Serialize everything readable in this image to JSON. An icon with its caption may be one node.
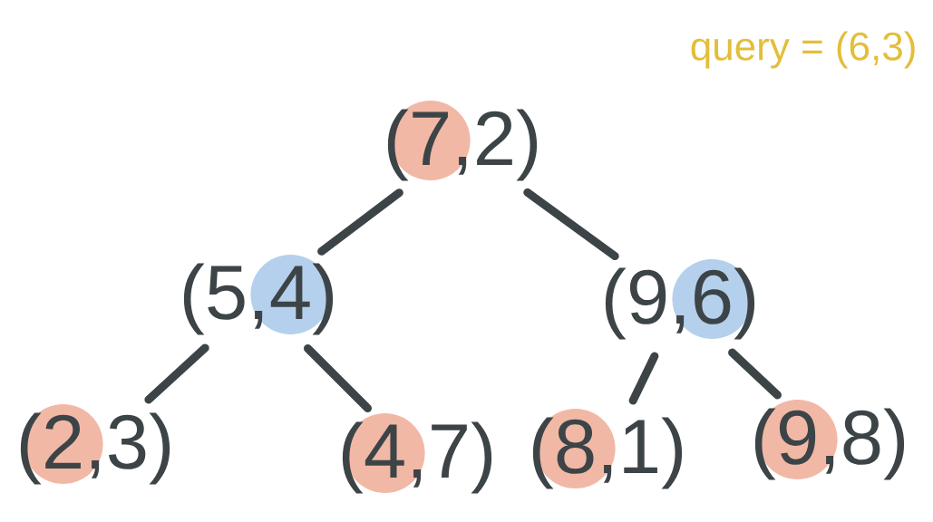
{
  "diagram": {
    "nodes": [
      {
        "text": [
          "(7,2)"
        ]
      },
      {
        "text": [
          "(5,4)"
        ]
      },
      {
        "text": [
          "(9,6)"
        ]
      },
      {
        "text": [
          "(2,3)"
        ]
      },
      {
        "text": [
          "(4,7)"
        ]
      },
      {
        "text": [
          "(8,1)"
        ]
      },
      {
        "text": [
          "(9,8)"
        ]
      }
    ],
    "edges": [
      {
        "from": 0,
        "to": 1,
        "arrow": "none"
      },
      {
        "from": 0,
        "to": 2,
        "arrow": "none"
      },
      {
        "from": 1,
        "to": 3,
        "arrow": "none"
      },
      {
        "from": 1,
        "to": 4,
        "arrow": "none"
      },
      {
        "from": 2,
        "to": 5,
        "arrow": "none"
      },
      {
        "from": 2,
        "to": 6,
        "arrow": "none"
      }
    ],
    "labels": [
      "query = (6,3)"
    ]
  }
}
